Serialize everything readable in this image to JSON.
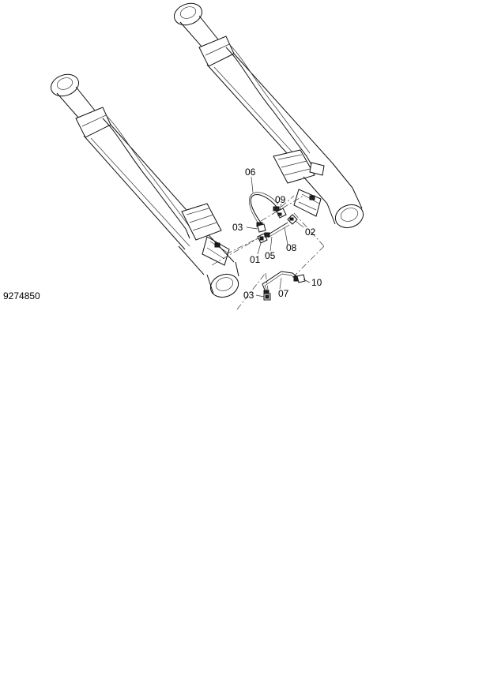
{
  "drawing_number": "9274850",
  "callouts": {
    "c01": "01",
    "c02": "02",
    "c03a": "03",
    "c03b": "03",
    "c05": "05",
    "c06": "06",
    "c07": "07",
    "c08": "08",
    "c09": "09",
    "c10": "10"
  },
  "icons": {
    "cylinder_left": "hydraulic-cylinder",
    "cylinder_right": "hydraulic-cylinder",
    "hose": "hose",
    "pipe": "pipe",
    "fitting": "fitting"
  }
}
